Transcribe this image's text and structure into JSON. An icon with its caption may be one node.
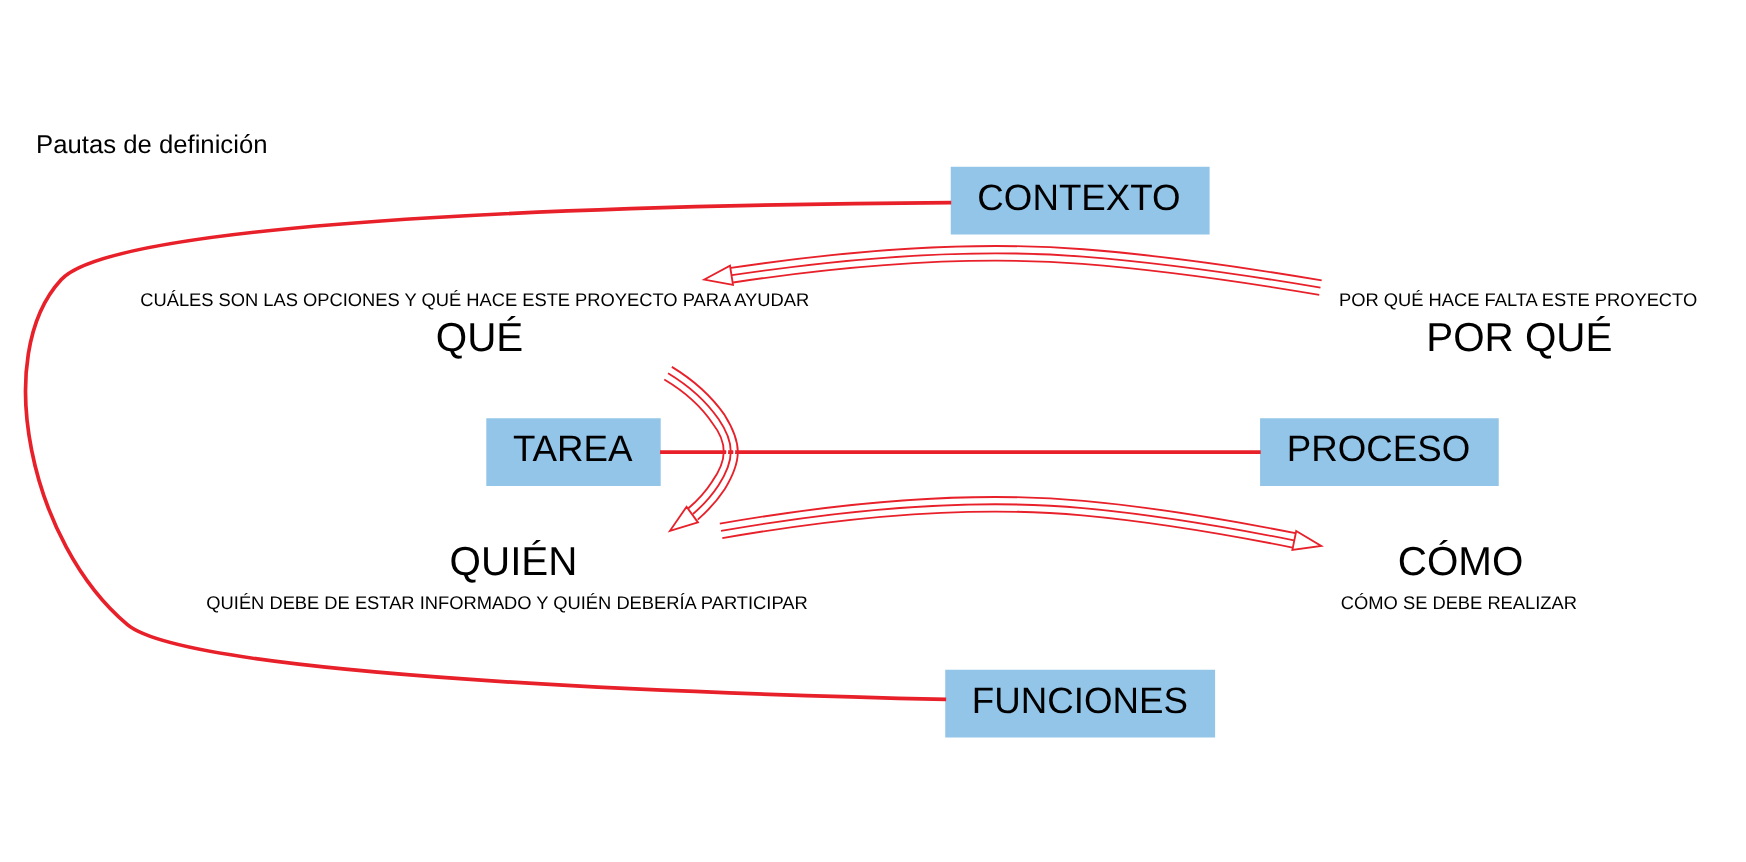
{
  "diagram": {
    "title": "Pautas de definición",
    "nodes": [
      {
        "text": [
          "CONTEXTO"
        ]
      },
      {
        "text": [
          "TAREA"
        ]
      },
      {
        "text": [
          "PROCESO"
        ]
      },
      {
        "text": [
          "FUNCIONES"
        ]
      },
      {
        "text": [
          "QUÉ"
        ],
        "beside": [
          "CUÁLES SON LAS OPCIONES Y QUÉ HACE ESTE PROYECTO PARA AYUDAR"
        ]
      },
      {
        "text": [
          "POR QUÉ"
        ],
        "beside": [
          "POR QUÉ HACE FALTA ESTE PROYECTO"
        ]
      },
      {
        "text": [
          "QUIÉN"
        ],
        "beside": [
          "QUIÉN DEBE DE ESTAR INFORMADO Y QUIÉN DEBERÍA PARTICIPAR"
        ]
      },
      {
        "text": [
          "CÓMO"
        ],
        "beside": [
          "CÓMO SE DEBE REALIZAR"
        ]
      }
    ],
    "edges": [
      {
        "from": 0,
        "to": 3,
        "arrow": "none"
      },
      {
        "from": 1,
        "to": 2,
        "arrow": "none"
      },
      {
        "from": 5,
        "to": 4,
        "arrow": "to"
      },
      {
        "from": 4,
        "to": 6,
        "arrow": "to"
      },
      {
        "from": 6,
        "to": 7,
        "arrow": "to"
      }
    ]
  }
}
